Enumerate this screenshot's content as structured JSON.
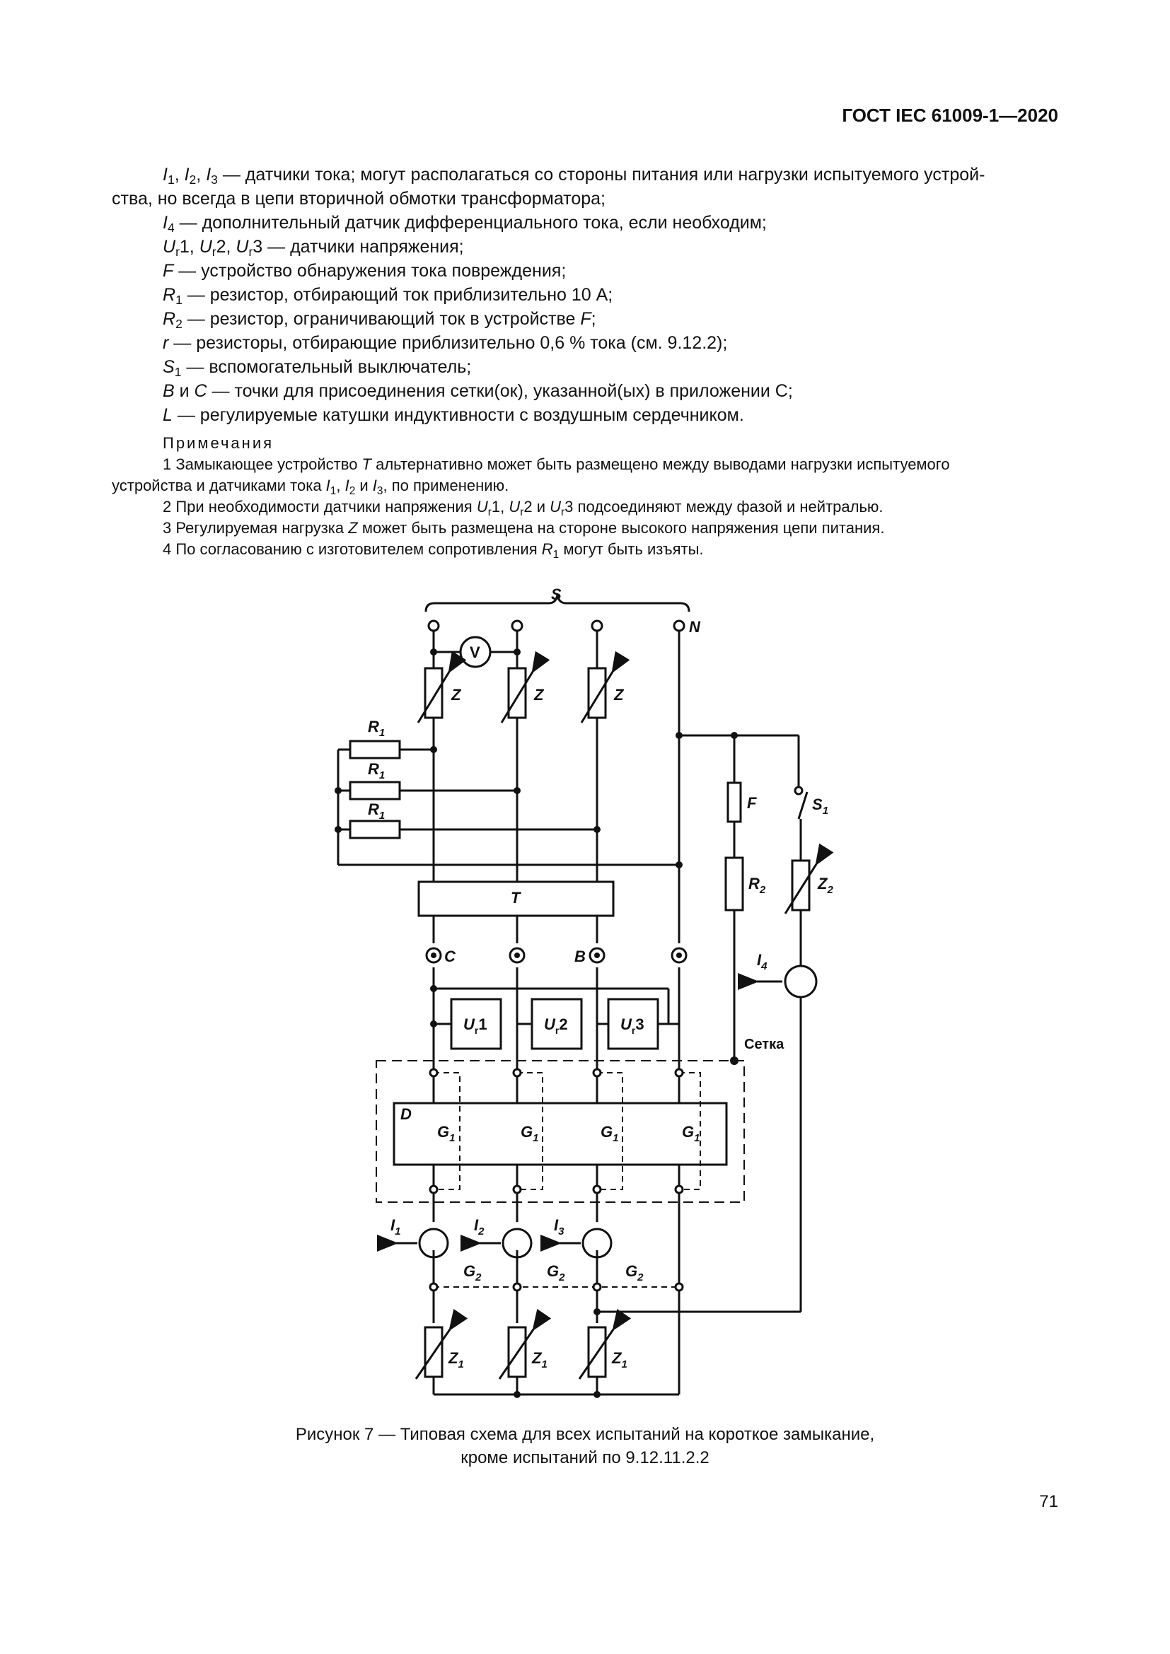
{
  "header": {
    "doc_id": "ГОСТ IEC 61009-1—2020"
  },
  "legend": [
    {
      "sym": "I",
      "sub": "1",
      "rest": ", ",
      "sym2": "I",
      "sub2": "2",
      "rest2": ", ",
      "sym3": "I",
      "sub3": "3",
      "text": " — датчики тока; могут располагаться со стороны питания или нагрузки испытуемого устрой-"
    },
    {
      "text": "ства, но всегда в цепи вторичной обмотки трансформатора;"
    },
    {
      "sym": "I",
      "sub": "4",
      "text": " — дополнительный датчик дифференциального тока, если необходим;"
    },
    {
      "text": " — датчики напряжения;"
    },
    {
      "sym": "F",
      "text": " — устройство обнаружения тока повреждения;"
    },
    {
      "sym": "R",
      "sub": "1",
      "text": " — резистор, отбирающий ток приблизительно 10 А;"
    },
    {
      "sym": "R",
      "sub": "2",
      "text": " — резистор, ограничивающий ток в устройстве ",
      "tail_sym": "F",
      "tail": ";"
    },
    {
      "sym": "r",
      "text": " — резисторы, отбирающие приблизительно 0,6 % тока (см. 9.12.2);"
    },
    {
      "sym": "S",
      "sub": "1",
      "text": " — вспомогательный выключатель;"
    },
    {
      "sym": "B",
      "mid": " и ",
      "sym2": "C",
      "text": " — точки для присоединения сетки(ок), указанной(ых) в приложении С;"
    },
    {
      "sym": "L",
      "text": " — регулируемые катушки индуктивности с воздушным сердечником."
    }
  ],
  "voltage_sensors": {
    "u": "U",
    "r": "r",
    "n1": "1",
    "n2": "2",
    "n3": "3",
    "sep": ", "
  },
  "notes": {
    "title": "Примечания",
    "n1a": "1 Замыкающее устройство ",
    "n1_sym": "T",
    "n1b": " альтернативно может быть размещено между выводами нагрузки испытуемого",
    "n1c": "устройства и датчиками тока ",
    "n1d": ", по применению.",
    "n2a": "2 При необходимости датчики напряжения ",
    "n2b": " подсоединяют между фазой и нейтралью.",
    "n3a": "3 Регулируемая нагрузка ",
    "n3_sym": "Z",
    "n3b": " может быть размещена на стороне высокого напряжения цепи питания.",
    "n4a": "4 По согласованию с изготовителем сопротивления ",
    "n4b": " могут быть изъяты."
  },
  "diagram_labels": {
    "S": "S",
    "N": "N",
    "V": "V",
    "Z": "Z",
    "R1": "R",
    "sub1": "1",
    "sub2": "2",
    "T": "T",
    "C": "C",
    "B": "B",
    "F": "F",
    "R2": "R",
    "S1": "S",
    "Z2": "Z",
    "I4": "I",
    "sub4": "4",
    "grid": "Сетка",
    "D": "D",
    "G": "G",
    "I": "I",
    "Z1": "Z",
    "U": "U",
    "r": "r",
    "u1": "1",
    "u2": "2",
    "u3": "3",
    "sub3": "3"
  },
  "caption": {
    "line1": "Рисунок 7 — Типовая схема для всех испытаний на короткое замыкание,",
    "line2": "кроме испытаний по 9.12.11.2.2"
  },
  "page_number": "71"
}
